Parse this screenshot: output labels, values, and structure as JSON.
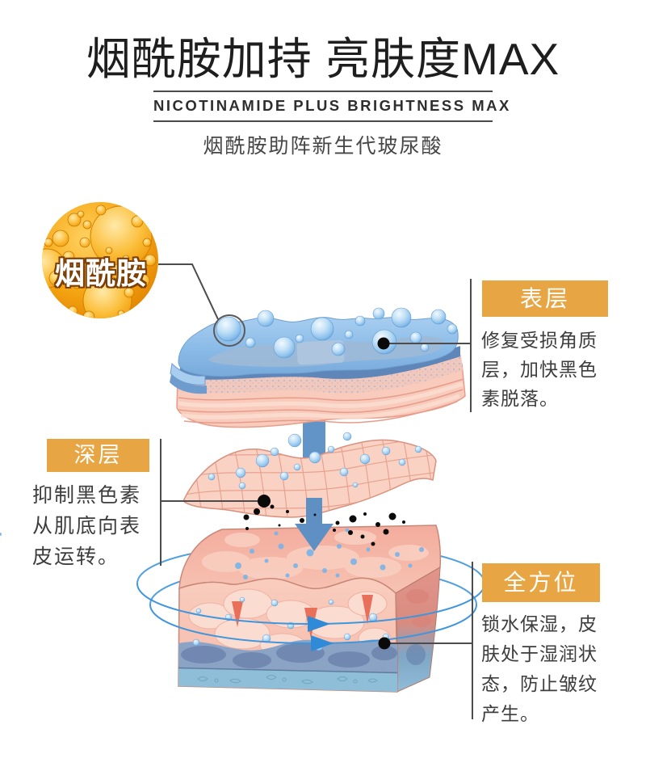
{
  "header": {
    "title": "烟酰胺加持 亮肤度MAX",
    "subtitle_en": "NICOTINAMIDE PLUS BRIGHTNESS MAX",
    "subtitle_zh": "烟酰胺助阵新生代玻尿酸"
  },
  "ingredient_bubble": {
    "label": "烟酰胺"
  },
  "callouts": [
    {
      "id": "surface",
      "badge": "表层",
      "lines": [
        "修复受损角质",
        "层，加快黑色",
        "素脱落。"
      ]
    },
    {
      "id": "deep",
      "badge": "深层",
      "lines": [
        "抑制黑色素",
        "从肌底向表",
        "皮运转。"
      ]
    },
    {
      "id": "allround",
      "badge": "全方位",
      "lines": [
        "锁水保湿，皮",
        "肤处于湿润状",
        "态，防止皱纹",
        "产生。"
      ]
    }
  ],
  "colors": {
    "badge_gold": "#E8A544",
    "title_black": "#1E1E1E",
    "body_text": "#3D3D3D",
    "connector_gray": "#4C4C4C",
    "ring_blue": "#3F96DC",
    "surface_blue": "#85B9E6",
    "skin_pink": "#F8C5B6",
    "nicotinamide_gold": "#F6A713"
  }
}
